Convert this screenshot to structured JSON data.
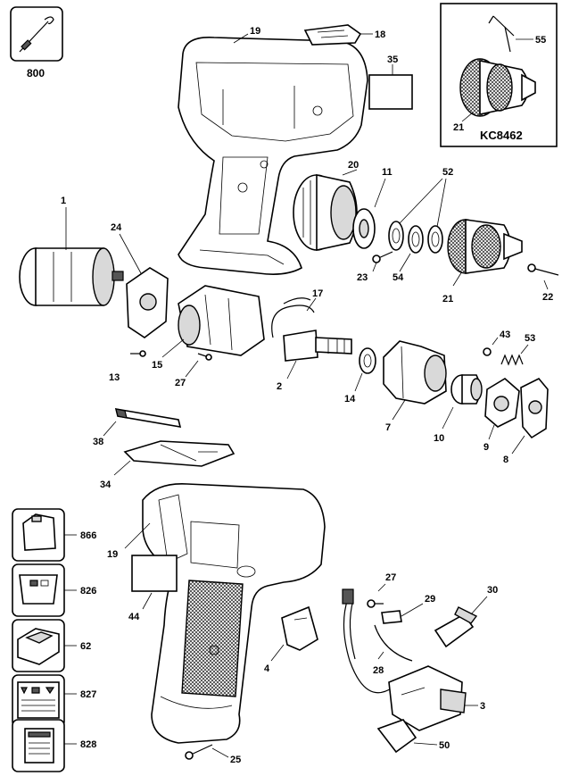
{
  "kit_inset": {
    "code": "KC8462",
    "part_labels": [
      "55",
      "21"
    ]
  },
  "parts": [
    {
      "id": "p800",
      "label": "800",
      "icon": "tool-accessory-icon"
    },
    {
      "id": "p19a",
      "label": "19"
    },
    {
      "id": "p18",
      "label": "18"
    },
    {
      "id": "p35",
      "label": "35"
    },
    {
      "id": "p20",
      "label": "20"
    },
    {
      "id": "p11",
      "label": "11"
    },
    {
      "id": "p52",
      "label": "52"
    },
    {
      "id": "p1",
      "label": "1"
    },
    {
      "id": "p24",
      "label": "24"
    },
    {
      "id": "p23",
      "label": "23"
    },
    {
      "id": "p54",
      "label": "54"
    },
    {
      "id": "p21",
      "label": "21"
    },
    {
      "id": "p22",
      "label": "22"
    },
    {
      "id": "p17",
      "label": "17"
    },
    {
      "id": "p13",
      "label": "13"
    },
    {
      "id": "p15",
      "label": "15"
    },
    {
      "id": "p27a",
      "label": "27"
    },
    {
      "id": "p2",
      "label": "2"
    },
    {
      "id": "p14",
      "label": "14"
    },
    {
      "id": "p43",
      "label": "43"
    },
    {
      "id": "p53",
      "label": "53"
    },
    {
      "id": "p7",
      "label": "7"
    },
    {
      "id": "p10",
      "label": "10"
    },
    {
      "id": "p9",
      "label": "9"
    },
    {
      "id": "p8",
      "label": "8"
    },
    {
      "id": "p38",
      "label": "38"
    },
    {
      "id": "p34",
      "label": "34"
    },
    {
      "id": "p19b",
      "label": "19"
    },
    {
      "id": "p44",
      "label": "44"
    },
    {
      "id": "p4",
      "label": "4"
    },
    {
      "id": "p27b",
      "label": "27"
    },
    {
      "id": "p29",
      "label": "29"
    },
    {
      "id": "p30",
      "label": "30"
    },
    {
      "id": "p28",
      "label": "28"
    },
    {
      "id": "p3",
      "label": "3"
    },
    {
      "id": "p50",
      "label": "50"
    },
    {
      "id": "p25",
      "label": "25"
    }
  ],
  "accessories": [
    {
      "label": "866",
      "icon": "battery-pack-icon"
    },
    {
      "label": "826",
      "icon": "battery-label-icon"
    },
    {
      "label": "62",
      "icon": "charger-icon"
    },
    {
      "label": "827",
      "icon": "warning-label-icon"
    },
    {
      "label": "828",
      "icon": "nameplate-label-icon"
    }
  ]
}
